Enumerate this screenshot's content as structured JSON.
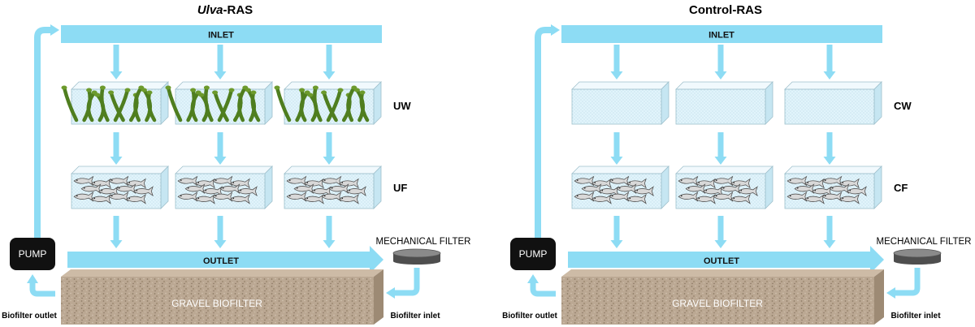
{
  "colors": {
    "water": "#8ddcf4",
    "tank_face": "#e1f4fb",
    "tank_top": "#f1f9fd",
    "tank_side": "#c6e6f2",
    "seaweed": "#4f7e1f",
    "gravel": "#b8a48e",
    "pump": "#111111",
    "filter": "#6d6d6d"
  },
  "panels": [
    {
      "title_italic": "Ulva",
      "title_rest": "-RAS",
      "inlet_label": "INLET",
      "outlet_label": "OUTLET",
      "pump_label": "PUMP",
      "mechanical_filter_label": "MECHANICAL FILTER",
      "biofilter_label": "GRAVEL BIOFILTER",
      "biofilter_outlet_label": "Biofilter outlet",
      "biofilter_inlet_label": "Biofilter inlet",
      "row1_label": "UW",
      "row2_label": "UF",
      "row1_has_seaweed": true
    },
    {
      "title_italic": "",
      "title_rest": "Control-RAS",
      "inlet_label": "INLET",
      "outlet_label": "OUTLET",
      "pump_label": "PUMP",
      "mechanical_filter_label": "MECHANICAL FILTER",
      "biofilter_label": "GRAVEL BIOFILTER",
      "biofilter_outlet_label": "Biofilter outlet",
      "biofilter_inlet_label": "Biofilter inlet",
      "row1_label": "CW",
      "row2_label": "CF",
      "row1_has_seaweed": false
    }
  ]
}
